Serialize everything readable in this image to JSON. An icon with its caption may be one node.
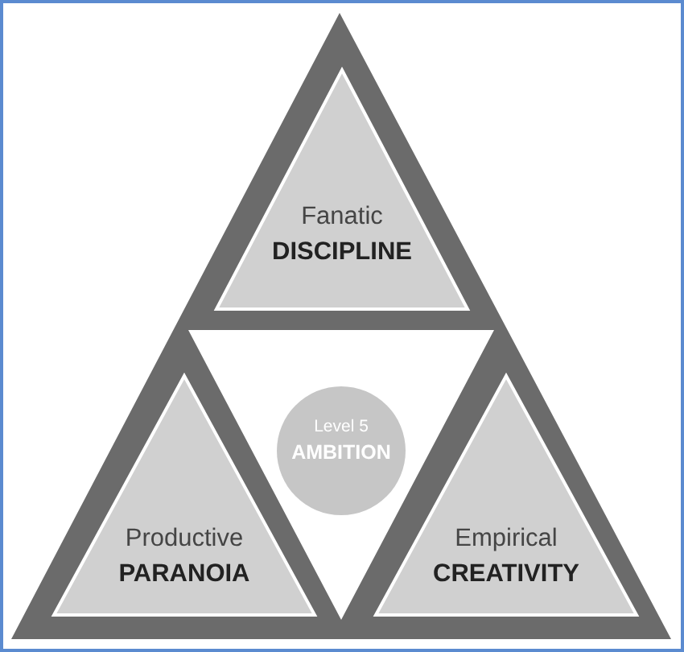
{
  "diagram": {
    "nodes": [
      {
        "text": [
          "Fanatic",
          "DISCIPLINE"
        ]
      },
      {
        "text": [
          "Level 5",
          "AMBITION"
        ]
      },
      {
        "text": [
          "Productive",
          "PARANOIA"
        ]
      },
      {
        "text": [
          "Empirical",
          "CREATIVITY"
        ]
      }
    ]
  }
}
